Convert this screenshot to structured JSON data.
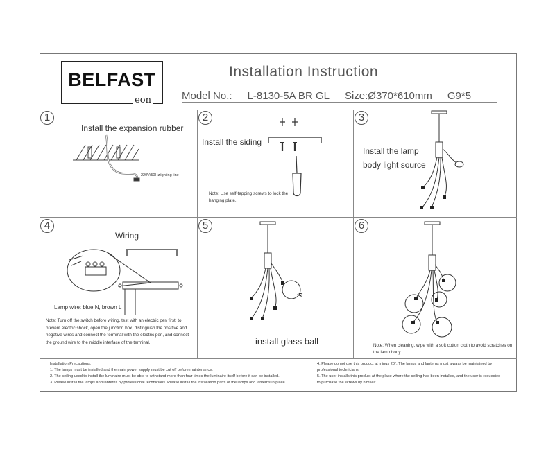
{
  "header": {
    "brand": "BELFAST",
    "brand_sub": "eon",
    "title": "Installation Instruction",
    "model_label": "Model No.:",
    "model_value": "L-8130-5A BR GL",
    "size": "Size:Ø370*610mm",
    "bulb": "G9*5"
  },
  "steps": [
    {
      "number": "1",
      "caption": "Install the expansion rubber",
      "label": "220V/50Hzlighting line"
    },
    {
      "number": "2",
      "caption": "Install the siding",
      "note": "Note: Use self-tapping screws to lock the hanging plate."
    },
    {
      "number": "3",
      "caption_line1": "Install the lamp",
      "caption_line2": "body light source"
    },
    {
      "number": "4",
      "caption": "Wiring",
      "label": "Lamp wire: blue N, brown L",
      "note": "Note: Turn off the switch before wiring, test with an electric pen first, to prevent electric shock, open the junction box, distinguish the positive and negative wires and connect the terminal with the electric pen, and connect the ground wire to the middle interface of the terminal."
    },
    {
      "number": "5",
      "caption": "install glass ball"
    },
    {
      "number": "6",
      "note": "Note: When cleaning, wipe with a soft cotton cloth to avoid scratches on the lamp body"
    }
  ],
  "precautions": {
    "title": "Installation Precautions:",
    "items": [
      "1. The lamps must be installed and the main power supply must be cut off before maintenance.",
      "2. The ceiling used to install the luminaire must be able to withstand more than four times the luminaire itself before it can be installed.",
      "3. Please install the lamps and lanterns by professional technicians. Please install the installation parts of the lamps and lanterns in place.",
      "4. Please do not use this product at minus 20°. The lamps and lanterns must always be maintained by professional technicians.",
      "5. The user installs this product at the place where the ceiling has been installed, and the user is requested to purchase the screws by himself."
    ]
  }
}
